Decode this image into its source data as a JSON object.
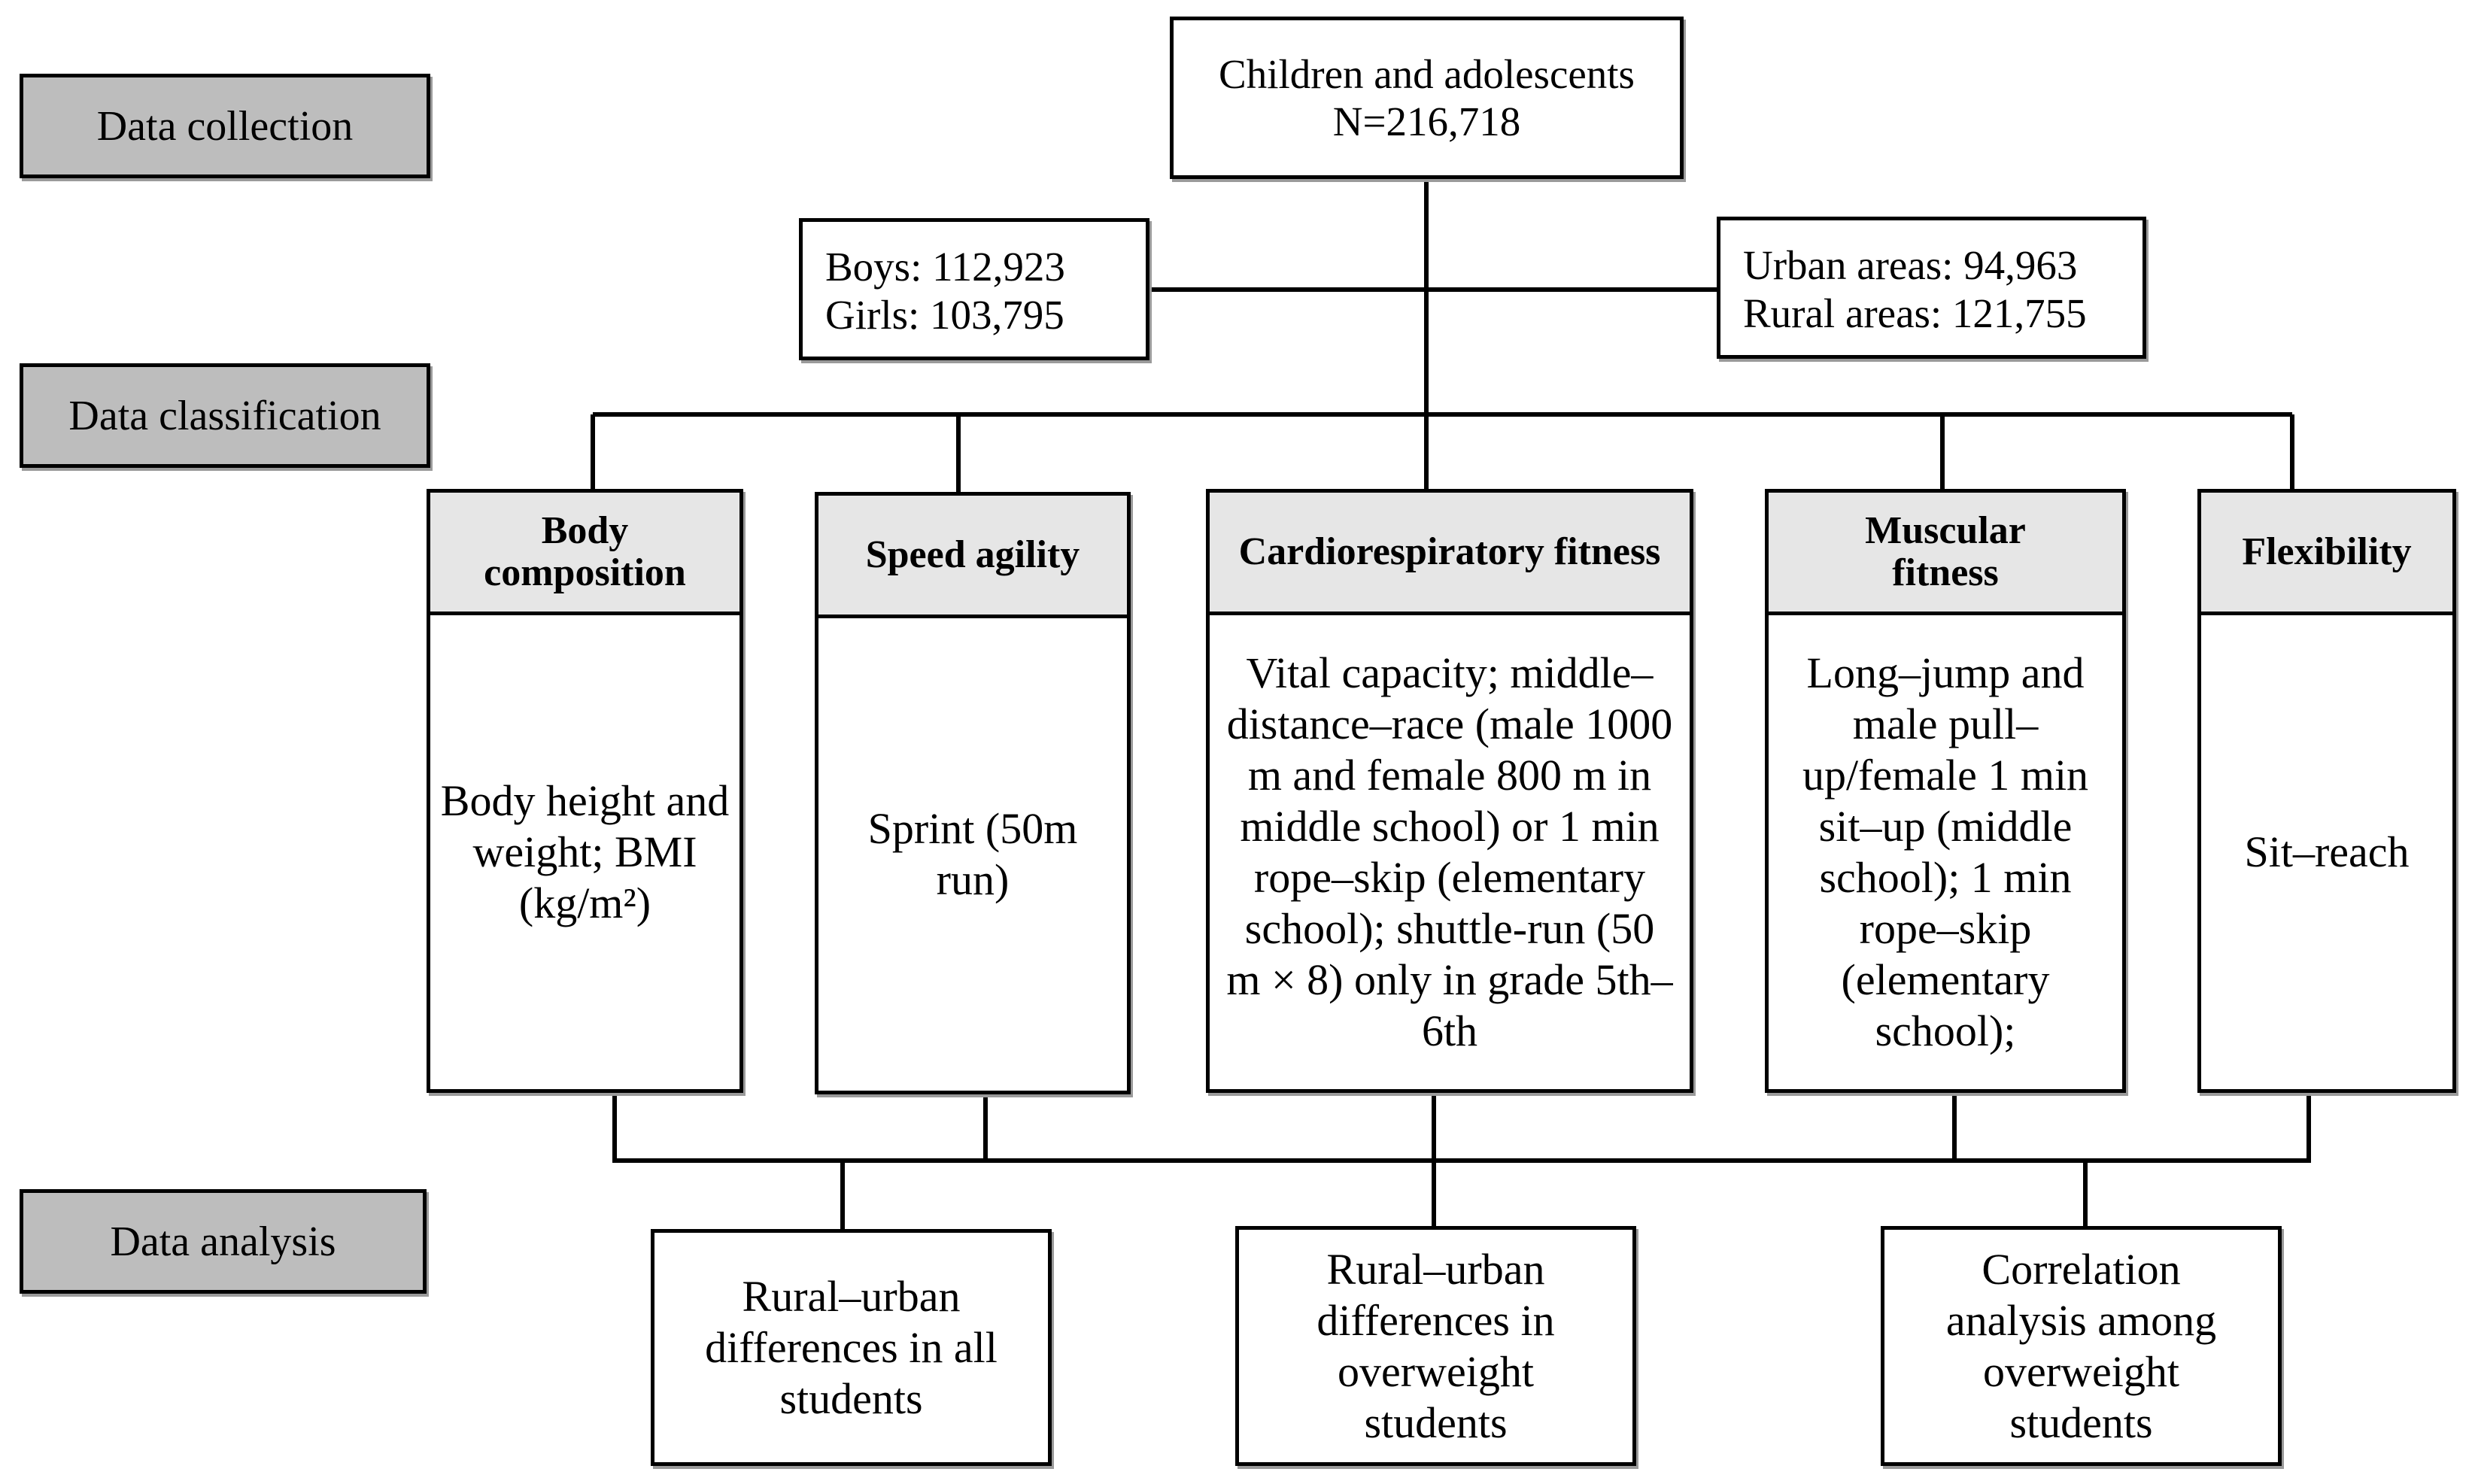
{
  "stages": {
    "collection": "Data collection",
    "classification": "Data classification",
    "analysis": "Data analysis"
  },
  "root": {
    "line1": "Children and adolescents",
    "line2": "N=216,718"
  },
  "sex_split": {
    "boys": "Boys: 112,923",
    "girls": "Girls: 103,795"
  },
  "area_split": {
    "urban": "Urban areas: 94,963",
    "rural": "Rural areas: 121,755"
  },
  "categories": [
    {
      "title": "Body composition",
      "body": "Body height and weight; BMI (kg/m²)"
    },
    {
      "title": "Speed agility",
      "body": "Sprint (50m run)"
    },
    {
      "title": "Cardiorespiratory fitness",
      "body": "Vital capacity; middle–distance–race (male 1000 m and female 800 m in middle school) or 1 min rope–skip (elementary school); shuttle-run (50 m × 8) only in grade 5th–6th"
    },
    {
      "title": "Muscular fitness",
      "body": "Long–jump and male pull–up/female 1 min sit–up (middle school); 1 min rope–skip (elementary school);"
    },
    {
      "title": "Flexibility",
      "body": "Sit–reach"
    }
  ],
  "outcomes": [
    "Rural–urban differences in all students",
    "Rural–urban differences in overweight students",
    "Correlation analysis among overweight students"
  ]
}
